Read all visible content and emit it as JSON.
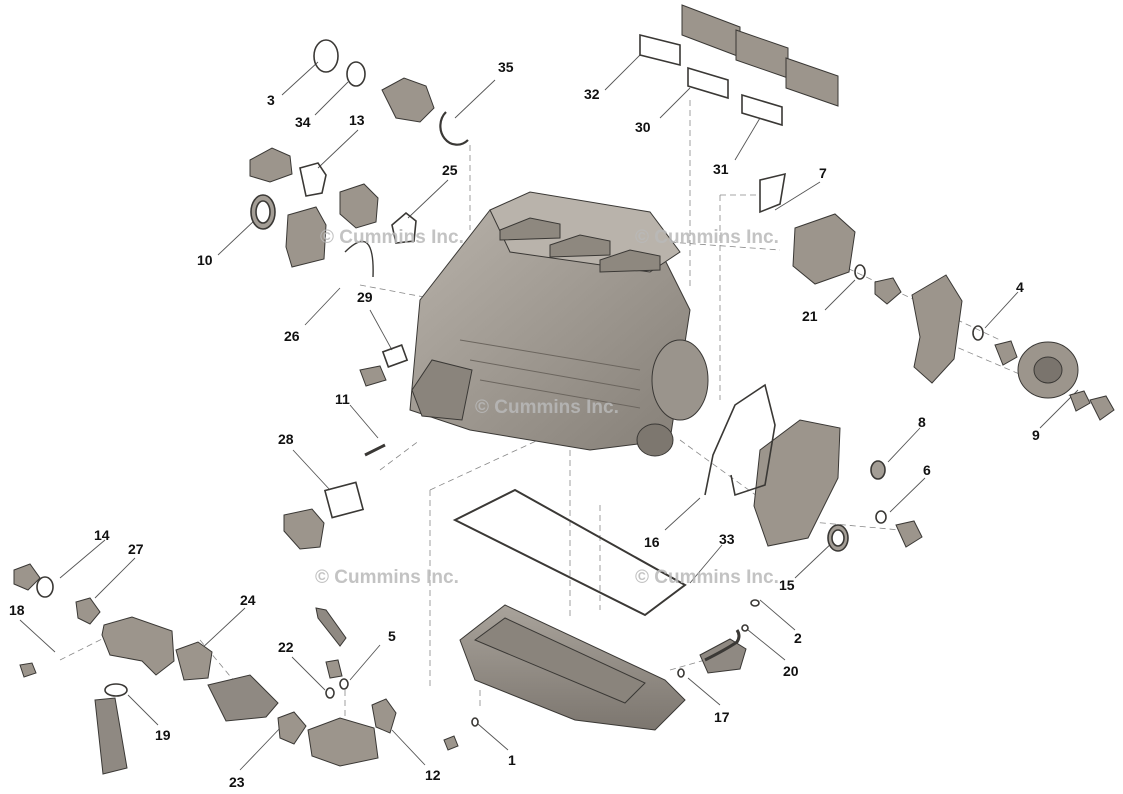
{
  "watermark": "© Cummins Inc.",
  "colors": {
    "part": "#9c958c",
    "part_dark": "#6f6a62",
    "part_light": "#c9c4bd",
    "outline": "#3a3835",
    "leader": "#555555",
    "watermark": "#b9b9b9"
  },
  "callouts": {
    "c1": "1",
    "c2": "2",
    "c3": "3",
    "c4": "4",
    "c5": "5",
    "c6": "6",
    "c7": "7",
    "c8": "8",
    "c9": "9",
    "c10": "10",
    "c11": "11",
    "c12": "12",
    "c13": "13",
    "c14": "14",
    "c15": "15",
    "c16": "16",
    "c17": "17",
    "c18": "18",
    "c19": "19",
    "c20": "20",
    "c21": "21",
    "c22": "22",
    "c23": "23",
    "c24": "24",
    "c25": "25",
    "c26": "26",
    "c27": "27",
    "c28": "28",
    "c29": "29",
    "c30": "30",
    "c31": "31",
    "c32": "32",
    "c33": "33",
    "c34": "34",
    "c35": "35"
  }
}
